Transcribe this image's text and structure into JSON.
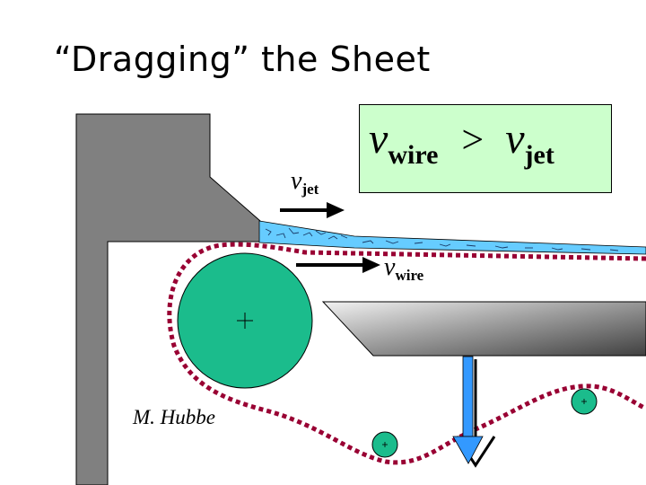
{
  "title": "“Dragging” the Sheet",
  "equation": {
    "left_symbol": "v",
    "left_subscript": "wire",
    "operator": ">",
    "right_symbol": "v",
    "right_subscript": "jet"
  },
  "labels": {
    "jet_symbol": "v",
    "jet_subscript": "jet",
    "wire_symbol": "v",
    "wire_subscript": "wire"
  },
  "author": "M. Hubbe",
  "colors": {
    "headbox": "#808080",
    "jet": "#66ccff",
    "roll": "#1bbc8c",
    "wire": "#990033",
    "box_fill": "#ccffcc",
    "arrow_blue": "#3399ff"
  }
}
